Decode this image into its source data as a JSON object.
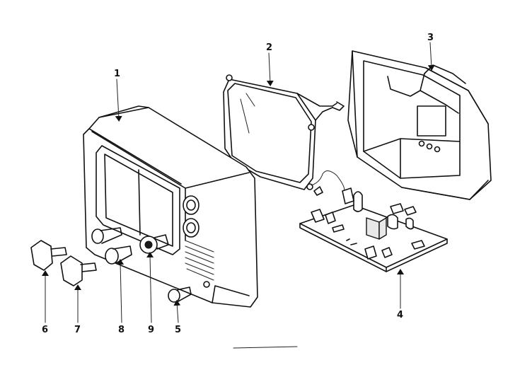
{
  "parts": [
    {
      "id": "part-1",
      "label": "1",
      "name": "cabinet-front"
    },
    {
      "id": "part-2",
      "label": "2",
      "name": "picture-tube"
    },
    {
      "id": "part-3",
      "label": "3",
      "name": "cabinet-back"
    },
    {
      "id": "part-4",
      "label": "4",
      "name": "circuit-board"
    },
    {
      "id": "part-5",
      "label": "5",
      "name": "knob-5"
    },
    {
      "id": "part-6",
      "label": "6",
      "name": "knob-6"
    },
    {
      "id": "part-7",
      "label": "7",
      "name": "knob-7"
    },
    {
      "id": "part-8",
      "label": "8",
      "name": "knob-8"
    },
    {
      "id": "part-9",
      "label": "9",
      "name": "knob-9"
    }
  ]
}
